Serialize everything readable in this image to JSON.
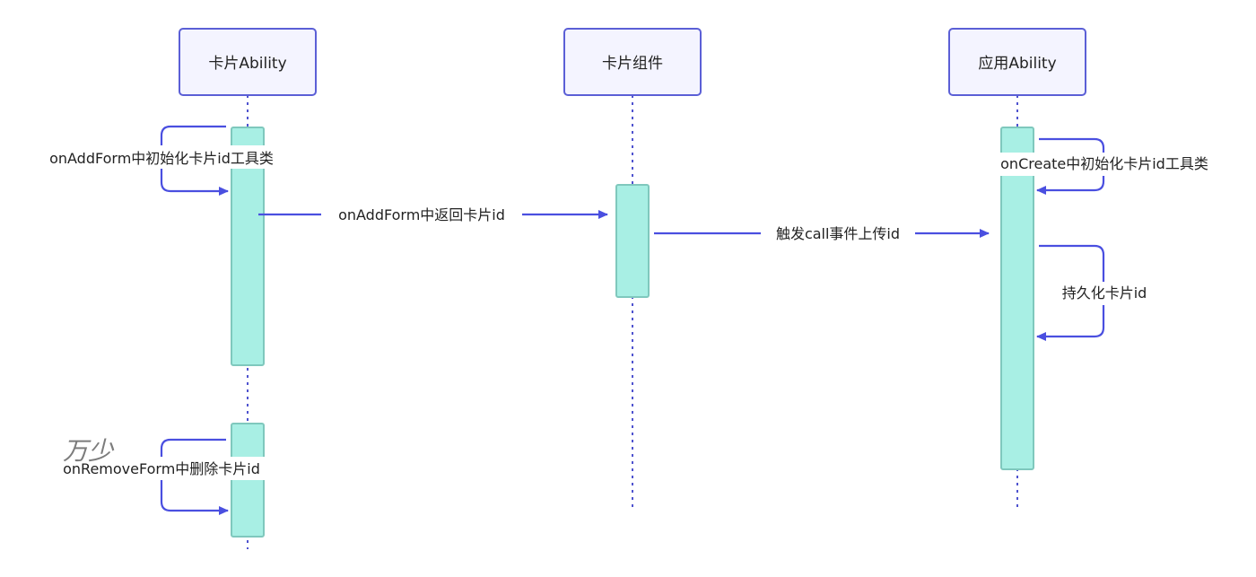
{
  "actors": [
    {
      "id": "card-ability",
      "label": "卡片Ability"
    },
    {
      "id": "card-component",
      "label": "卡片组件"
    },
    {
      "id": "app-ability",
      "label": "应用Ability"
    }
  ],
  "messages": [
    {
      "id": "self-init-form",
      "text": "onAddForm中初始化卡片id工具类"
    },
    {
      "id": "return-id",
      "text": "onAddForm中返回卡片id"
    },
    {
      "id": "trigger-call",
      "text": "触发call事件上传id"
    },
    {
      "id": "self-init-create",
      "text": "onCreate中初始化卡片id工具类"
    },
    {
      "id": "self-persist",
      "text": "持久化卡片id"
    },
    {
      "id": "self-remove",
      "text": "onRemoveForm中删除卡片id"
    }
  ],
  "watermark": "万少",
  "colors": {
    "actor_border": "#5b5fd6",
    "actor_fill": "#f4f4ff",
    "activation_fill": "#a8efe4",
    "arrow": "#4a4fe0"
  }
}
